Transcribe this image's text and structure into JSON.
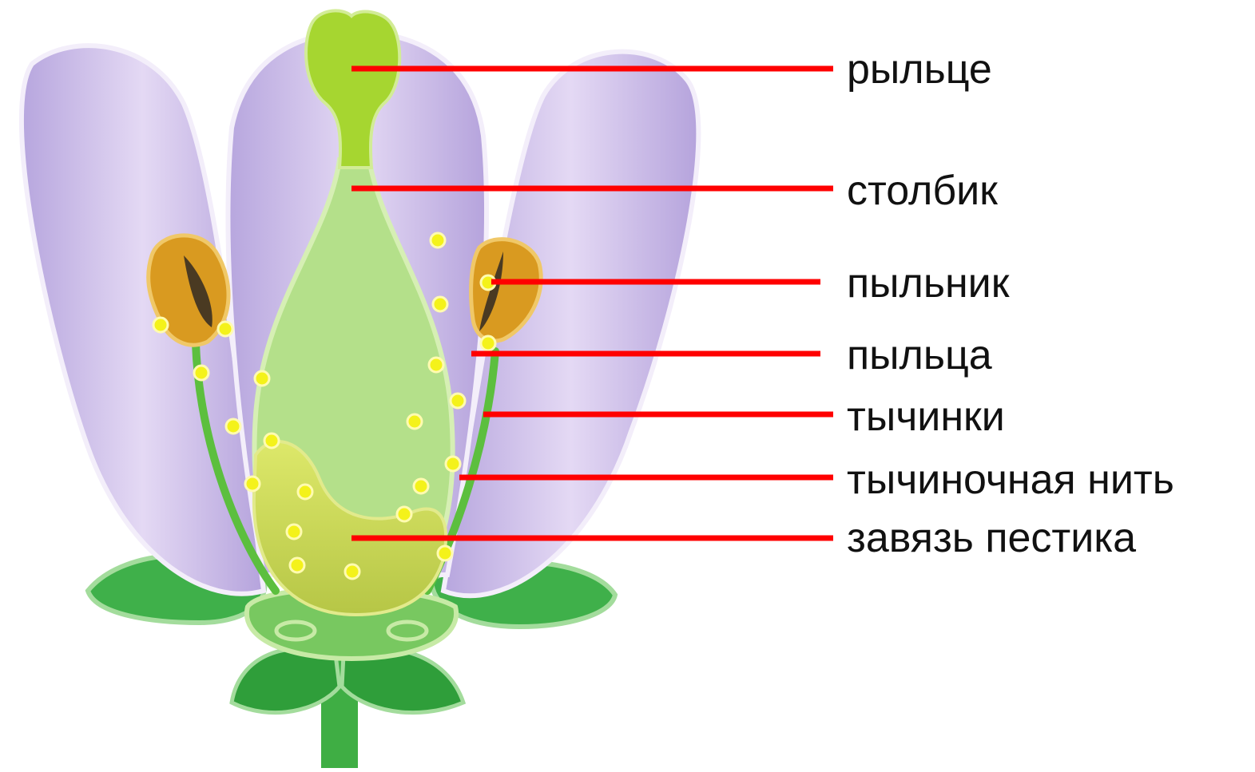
{
  "colors": {
    "petal": "#c8b8e6",
    "petal_light": "#e2d6f2",
    "sepal": "#4cba4c",
    "sepal_dark": "#2e9a34",
    "pistil": "#b4e08a",
    "stigma": "#a6d630",
    "ovary": "#d2dc62",
    "anther": "#d99a20",
    "pollen": "#f4f21a",
    "leader": "#ff0000",
    "text": "#111111"
  },
  "labels": [
    {
      "id": "stigma",
      "text": "рыльце"
    },
    {
      "id": "style",
      "text": "столбик"
    },
    {
      "id": "anther",
      "text": "пыльник"
    },
    {
      "id": "pollen",
      "text": "пыльца"
    },
    {
      "id": "stamens",
      "text": "тычинки"
    },
    {
      "id": "filament",
      "text": "тычиночная нить"
    },
    {
      "id": "ovary",
      "text": "завязь пестика"
    }
  ]
}
